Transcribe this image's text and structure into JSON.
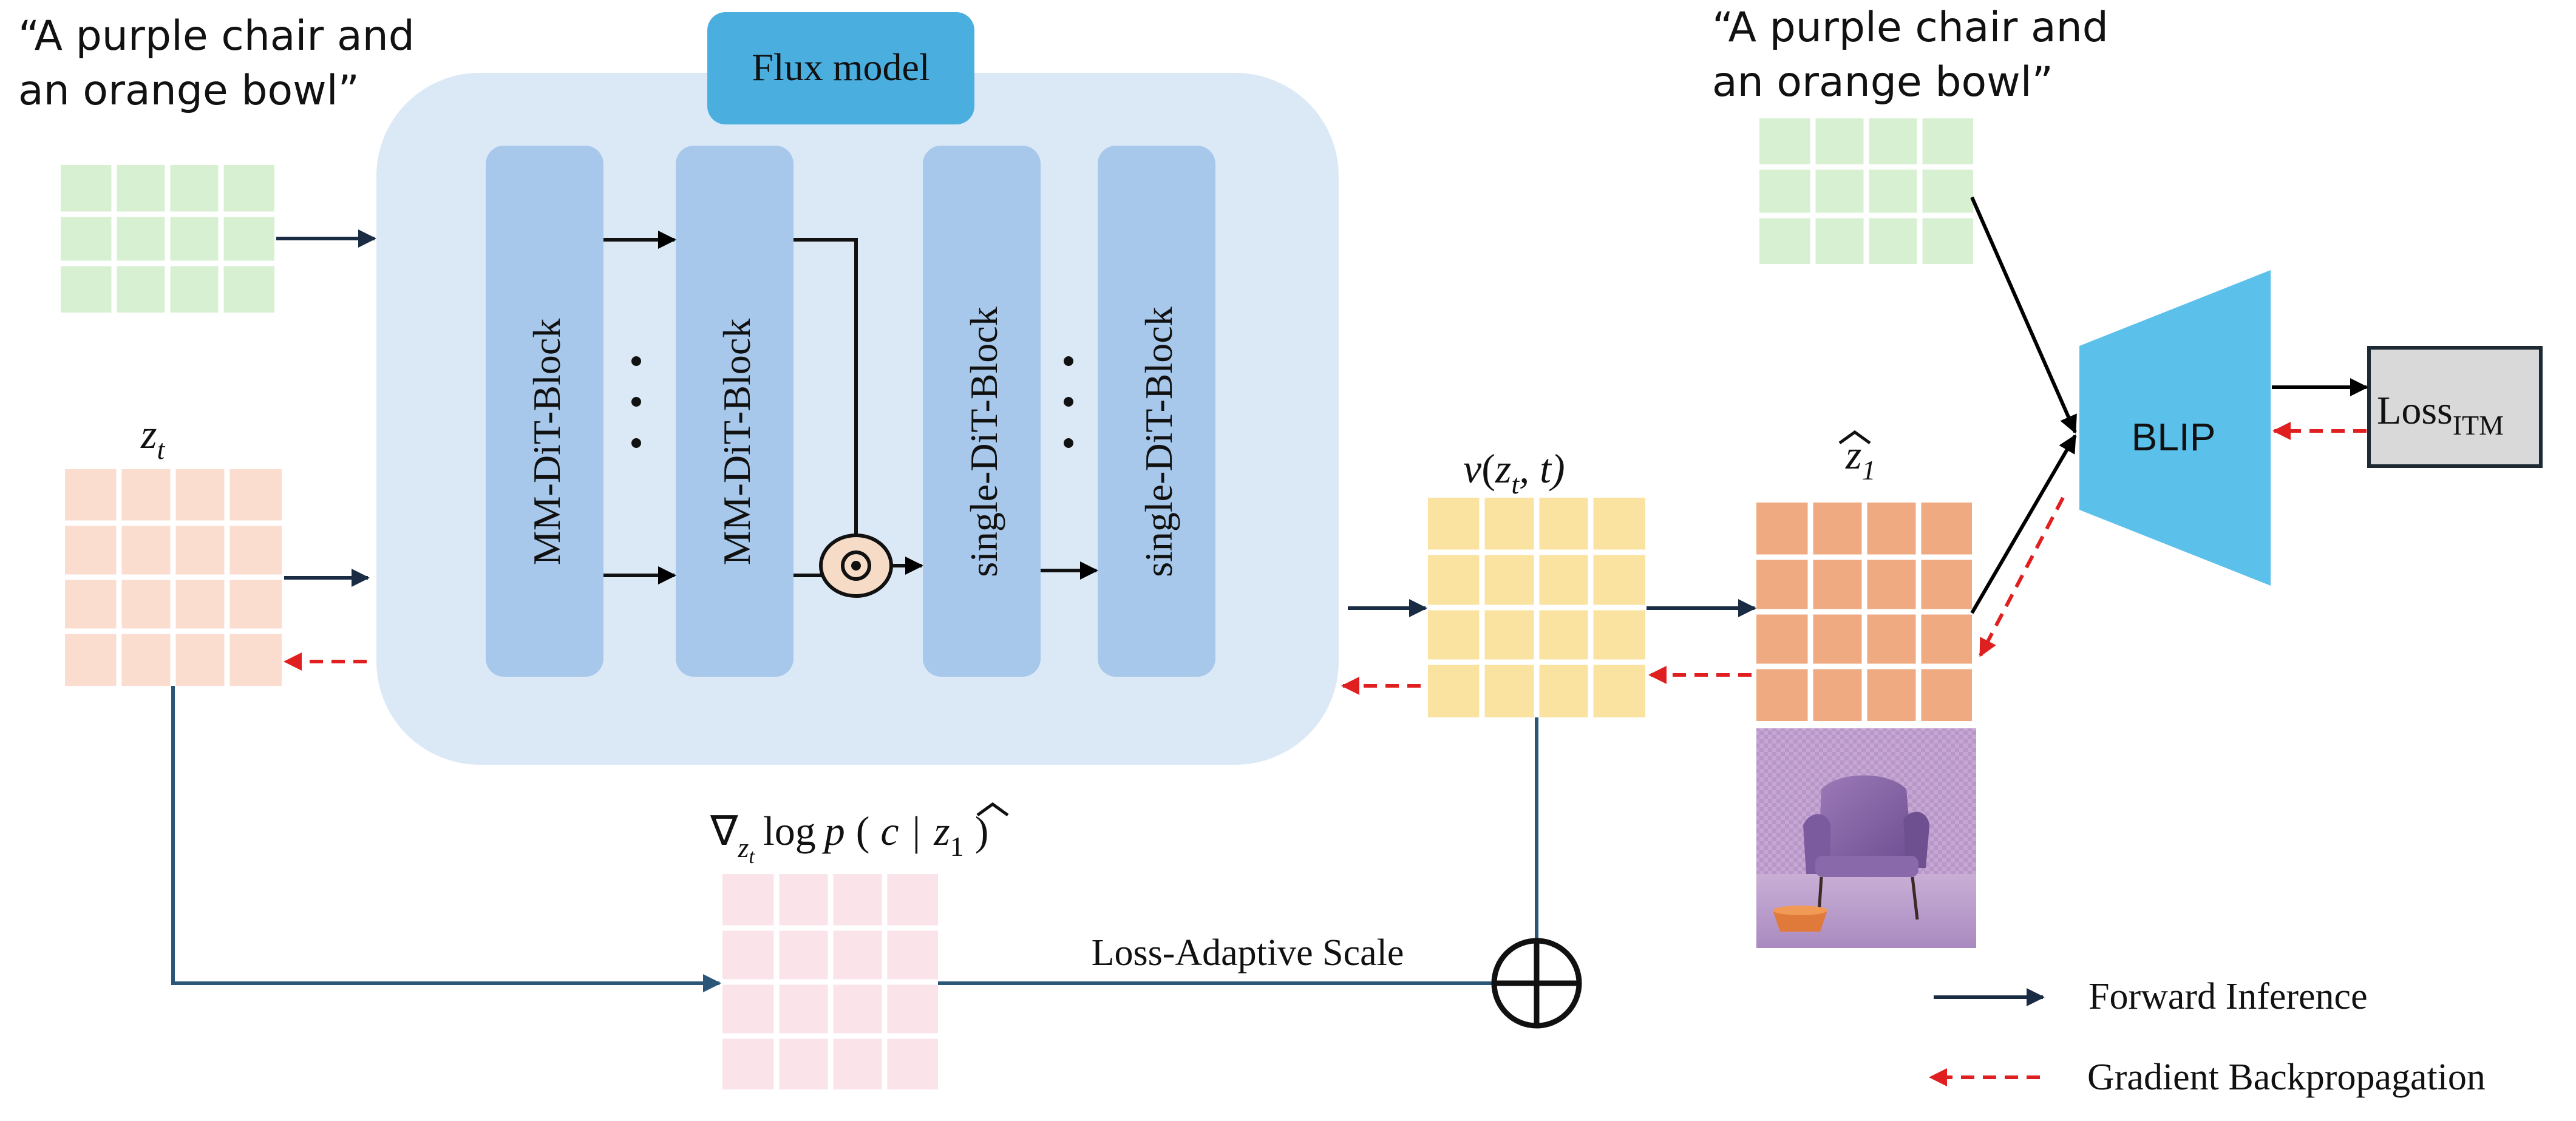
{
  "prompt_left": {
    "line1": "“A purple chair and",
    "line2": "an orange bowl”"
  },
  "prompt_right": {
    "line1": "“A purple chair and",
    "line2": "an orange bowl”"
  },
  "flux": {
    "title": "Flux model",
    "blocks": [
      "MM-DiT-Block",
      "MM-DiT-Block",
      "single-DiT-Block",
      "single-DiT-Block"
    ]
  },
  "labels": {
    "zt": "z",
    "zt_sub": "t",
    "velocity_v": "v",
    "velocity_open": "(",
    "velocity_z": "z",
    "velocity_sub": "t",
    "velocity_rest": ", t)",
    "z1hat": "z",
    "z1hat_sub": "1",
    "grad_nabla": "∇",
    "grad_sub_z": "z",
    "grad_sub_t": "t",
    "grad_log": "log",
    "grad_p": "p",
    "grad_open": "(",
    "grad_c": "c",
    "grad_bar": "|",
    "grad_z": "z",
    "grad_z_sub": "1",
    "grad_close": ")",
    "scale": "Loss-Adaptive Scale"
  },
  "blip": {
    "label": "BLIP"
  },
  "loss": {
    "label": "Loss",
    "sub": "ITM"
  },
  "legend": {
    "forward": "Forward Inference",
    "backward": "Gradient Backpropagation"
  },
  "colors": {
    "text_grid": "#d8f0d2",
    "zt_grid": "#fbddd0",
    "v_grid": "#fae3a0",
    "z1_grid": "#efaa82",
    "grad_grid": "#fbe3ea",
    "flux_panel": "#dbe9f7",
    "block": "#a7c8ea",
    "flux_title": "#4aaedf",
    "blip": "#5bc0ea",
    "loss_box": "#d9d9d9",
    "forward_arrow": "#1a2c44",
    "gradient_arrow": "#e02020",
    "line": "#2a5678"
  }
}
